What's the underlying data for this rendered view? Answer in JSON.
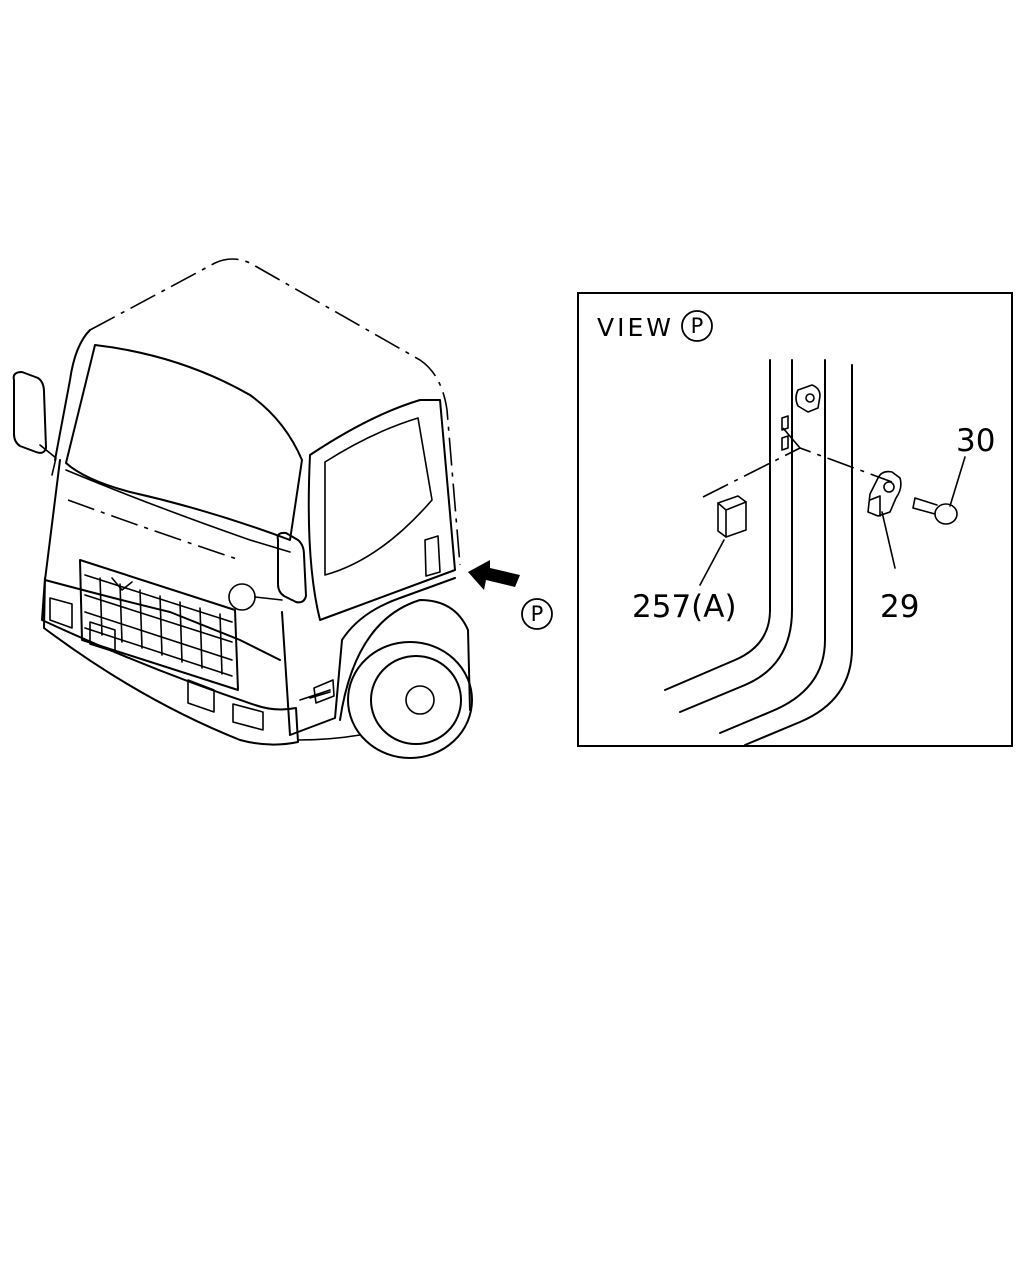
{
  "detail_view": {
    "title": "VIEW",
    "title_marker": "P"
  },
  "view_marker": "P",
  "callouts": [
    {
      "id": "part-257a",
      "text": "257(A)"
    },
    {
      "id": "part-29",
      "text": "29"
    },
    {
      "id": "part-30",
      "text": "30"
    }
  ]
}
